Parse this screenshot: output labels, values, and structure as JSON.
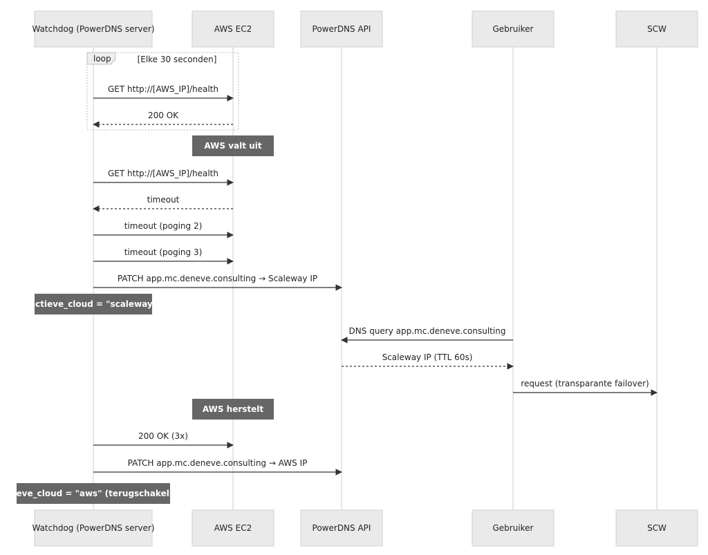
{
  "participants": [
    {
      "id": "wd",
      "label": "Watchdog (PowerDNS server)"
    },
    {
      "id": "aws",
      "label": "AWS EC2"
    },
    {
      "id": "pdns",
      "label": "PowerDNS API"
    },
    {
      "id": "usr",
      "label": "Gebruiker"
    },
    {
      "id": "scw",
      "label": "SCW"
    }
  ],
  "loop": {
    "keyword": "loop",
    "condition": "[Elke 30 seconden]"
  },
  "messages": [
    {
      "from": "wd",
      "to": "aws",
      "label": "GET http://[AWS_IP]/health",
      "style": "solid"
    },
    {
      "from": "aws",
      "to": "wd",
      "label": "200 OK",
      "style": "dashed"
    },
    {
      "from": "wd",
      "to": "aws",
      "label": "GET http://[AWS_IP]/health",
      "style": "solid"
    },
    {
      "from": "aws",
      "to": "wd",
      "label": "timeout",
      "style": "dashed"
    },
    {
      "from": "wd",
      "to": "aws",
      "label": "timeout (poging 2)",
      "style": "solid"
    },
    {
      "from": "wd",
      "to": "aws",
      "label": "timeout (poging 3)",
      "style": "solid"
    },
    {
      "from": "wd",
      "to": "pdns",
      "label": "PATCH app.mc.deneve.consulting → Scaleway IP",
      "style": "solid"
    },
    {
      "from": "usr",
      "to": "pdns",
      "label": "DNS query app.mc.deneve.consulting",
      "style": "solid"
    },
    {
      "from": "pdns",
      "to": "usr",
      "label": "Scaleway IP (TTL 60s)",
      "style": "dashed"
    },
    {
      "from": "usr",
      "to": "scw",
      "label": "request (transparante failover)",
      "style": "solid"
    },
    {
      "from": "wd",
      "to": "aws",
      "label": "200 OK (3x)",
      "style": "solid"
    },
    {
      "from": "wd",
      "to": "pdns",
      "label": "PATCH app.mc.deneve.consulting → AWS IP",
      "style": "solid"
    }
  ],
  "notes": [
    {
      "over": "aws",
      "label": "AWS valt uit"
    },
    {
      "over": "wd",
      "label": "actieve_cloud = \"scaleway\""
    },
    {
      "over": "aws",
      "label": "AWS herstelt"
    },
    {
      "over": "wd",
      "label": "actieve_cloud = \"aws\" (terugschakeling)"
    }
  ],
  "colors": {
    "actor_fill": "#eaeaea",
    "actor_stroke": "#d0d0d0",
    "line": "#333333",
    "lifeline": "#cccccc",
    "note_fill": "#666666",
    "note_text": "#ffffff",
    "text": "#222222"
  }
}
